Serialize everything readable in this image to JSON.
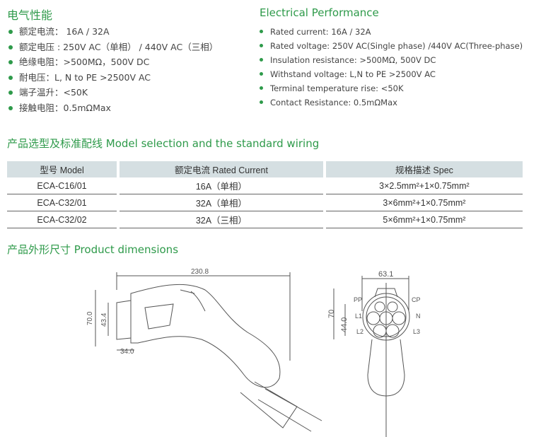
{
  "electrical_zh": {
    "title": "电气性能",
    "items": [
      "额定电流： 16A / 32A",
      "额定电压 : 250V AC（单相） /  440V AC（三相）",
      "绝缘电阻：>500MΩ，500V DC",
      "耐电压：L, N to PE >2500V AC",
      "端子温升：<50K",
      "接触电阻：0.5mΩMax"
    ]
  },
  "electrical_en": {
    "title": "Electrical Performance",
    "items": [
      "Rated current: 16A / 32A",
      "Rated voltage: 250V AC(Single phase) /440V AC(Three-phase)",
      "Insulation resistance: >500MΩ, 500V DC",
      "Withstand voltage: L,N to PE >2500V AC",
      "Terminal temperature rise: <50K",
      "Contact Resistance: 0.5mΩMax"
    ]
  },
  "model_section": {
    "title": "产品选型及标准配线 Model selection and the standard wiring",
    "headers": [
      "型号 Model",
      "额定电流 Rated Current",
      "规格描述 Spec"
    ],
    "rows": [
      [
        "ECA-C16/01",
        "16A（单相）",
        "3×2.5mm²+1×0.75mm²"
      ],
      [
        "ECA-C32/01",
        "32A（单相）",
        "3×6mm²+1×0.75mm²"
      ],
      [
        "ECA-C32/02",
        "32A（三相）",
        "5×6mm²+1×0.75mm²"
      ]
    ]
  },
  "dimensions": {
    "title": "产品外形尺寸 Product dimensions",
    "side": {
      "length": "230.8",
      "height": "70.0",
      "inner": "43.4",
      "nose": "34.0"
    },
    "front": {
      "width": "63.1",
      "height": "70",
      "inner": "44.0",
      "pins": [
        "PP",
        "CP",
        "L1",
        "N",
        "L2",
        "L3"
      ]
    }
  }
}
